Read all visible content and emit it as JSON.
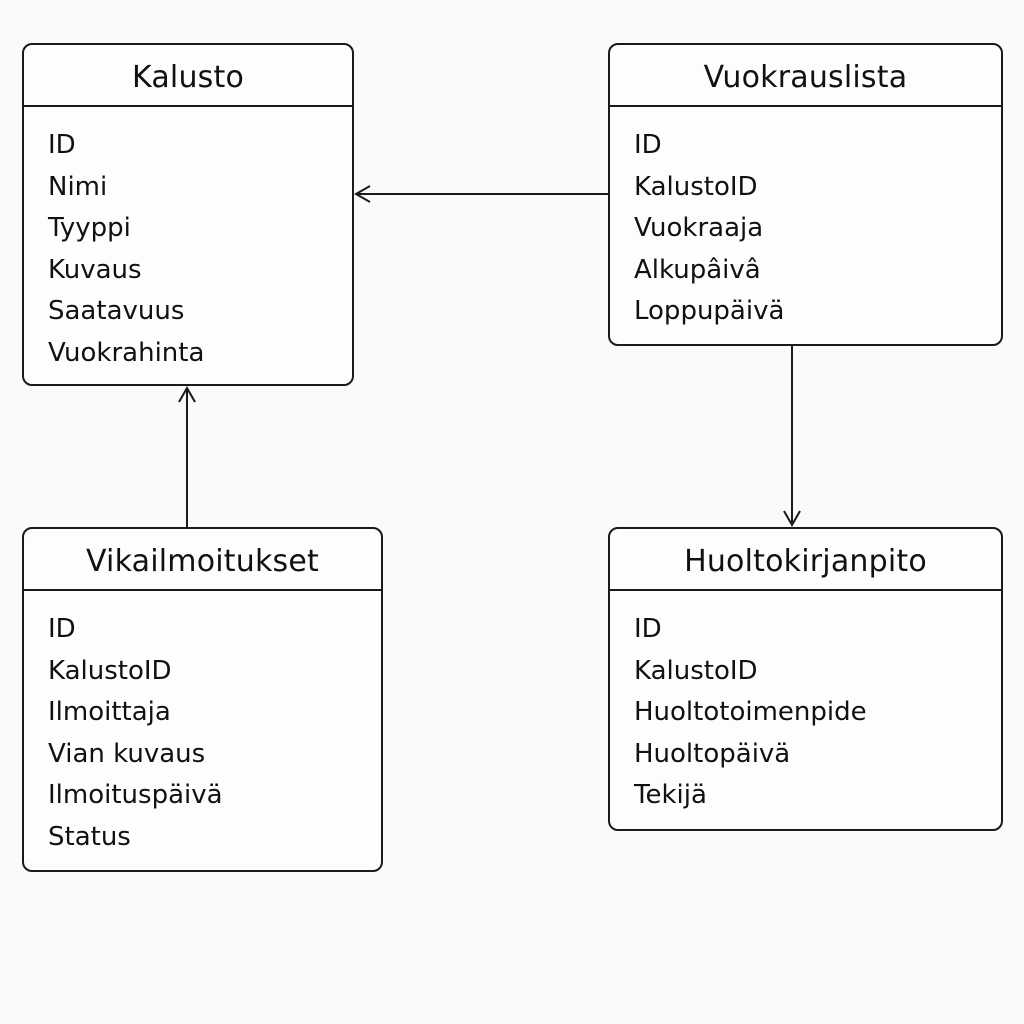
{
  "entities": [
    {
      "id": "kalusto",
      "title": "Kalusto",
      "fields": [
        "ID",
        "Nimi",
        "Tyyppi",
        "Kuvaus",
        "Saatavuus",
        "Vuokrahinta"
      ]
    },
    {
      "id": "vuokrauslista",
      "title": "Vuokrauslista",
      "fields": [
        "ID",
        "KalustoID",
        "Vuokraaja",
        "Alkupâivâ",
        "Loppupäivä"
      ]
    },
    {
      "id": "vikailmoitukset",
      "title": "Vikailmoitukset",
      "fields": [
        "ID",
        "KalustoID",
        "Ilmoittaja",
        "Vian kuvaus",
        "Ilmoituspäivä",
        "Status"
      ]
    },
    {
      "id": "huoltokirjanpito",
      "title": "Huoltokirjanpito",
      "fields": [
        "ID",
        "KalustoID",
        "Huoltotoimenpide",
        "Huoltopäivä",
        "Tekijä"
      ]
    }
  ],
  "relations": [
    {
      "from": "vuokrauslista",
      "to": "kalusto"
    },
    {
      "from": "vikailmoitukset",
      "to": "kalusto"
    },
    {
      "from": "vuokrauslista",
      "to": "huoltokirjanpito"
    }
  ]
}
